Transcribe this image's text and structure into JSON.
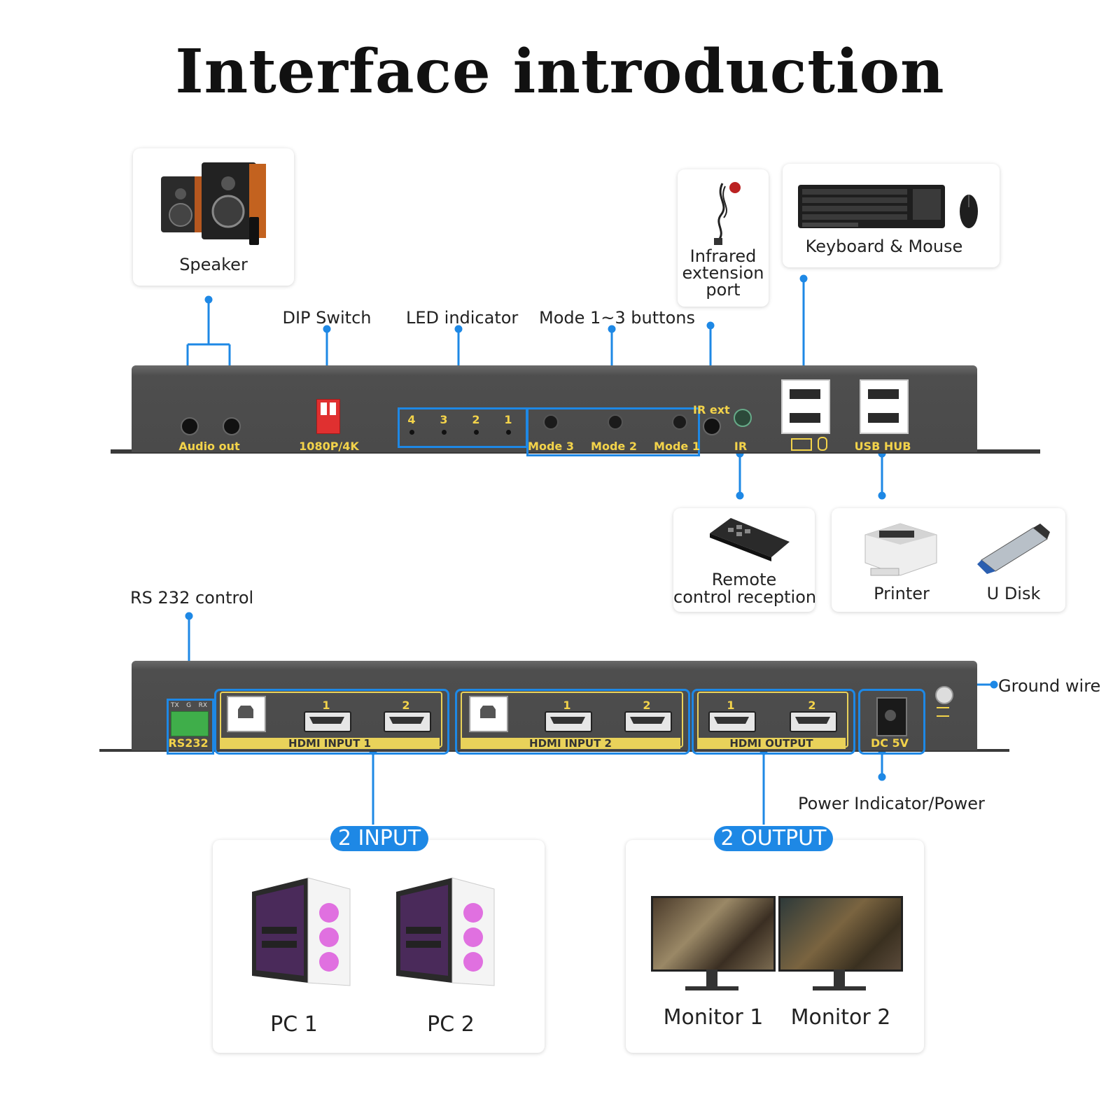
{
  "title": "Interface introduction",
  "colors": {
    "accent_blue": "#1e88e5",
    "panel_gray": "#555555",
    "label_yellow": "#f3d34a"
  },
  "cards": {
    "speaker": "Speaker",
    "ir_ext_port": [
      "Infrared",
      "extension",
      "port"
    ],
    "keyboard_mouse": "Keyboard & Mouse",
    "remote": [
      "Remote",
      "control reception"
    ],
    "printer": "Printer",
    "udisk": "U Disk"
  },
  "callouts": {
    "dip_switch": "DIP Switch",
    "led_indicator": "LED indicator",
    "mode_buttons": "Mode 1~3 buttons",
    "rs232_control": "RS 232 control",
    "ground_wire": "Ground wire",
    "power_indicator": "Power Indicator/Power"
  },
  "front_panel": {
    "audio_out": "Audio out",
    "dip": "1080P/4K",
    "led_numbers": [
      "4",
      "3",
      "2",
      "1"
    ],
    "mode3": "Mode 3",
    "mode2": "Mode 2",
    "mode1": "Mode 1",
    "ir_ext": "IR ext",
    "ir": "IR",
    "usb_hub": "USB HUB"
  },
  "rear_panel": {
    "rs232_pins": [
      "TX",
      "G",
      "RX"
    ],
    "rs232": "RS232",
    "hdmi_input_1": "HDMI INPUT 1",
    "hdmi_input_2": "HDMI INPUT 2",
    "hdmi_output": "HDMI OUTPUT",
    "port1": "1",
    "port2": "2",
    "dc5v": "DC 5V"
  },
  "bottom": {
    "input_pill": "2 INPUT",
    "output_pill": "2 OUTPUT",
    "pc1": "PC 1",
    "pc2": "PC 2",
    "monitor1": "Monitor 1",
    "monitor2": "Monitor 2"
  }
}
